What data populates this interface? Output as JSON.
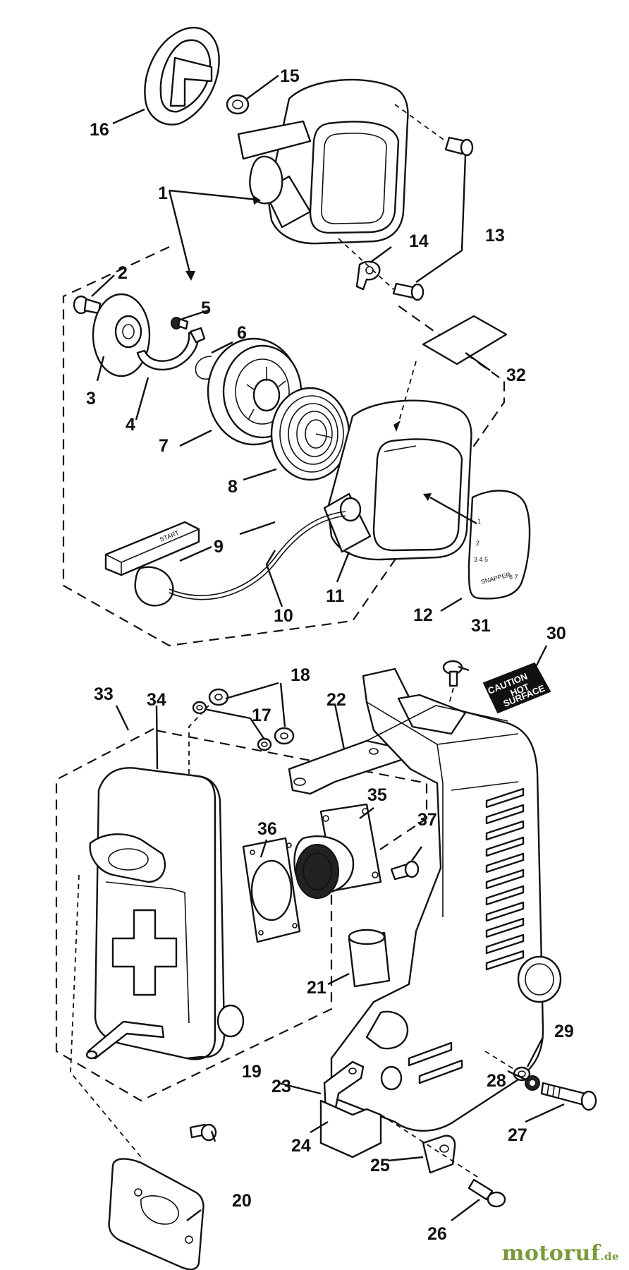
{
  "diagram": {
    "callouts": [
      "1",
      "2",
      "3",
      "4",
      "5",
      "6",
      "7",
      "8",
      "9",
      "10",
      "11",
      "12",
      "13",
      "14",
      "15",
      "16",
      "17",
      "18",
      "19",
      "20",
      "21",
      "22",
      "23",
      "24",
      "25",
      "26",
      "27",
      "28",
      "29",
      "30",
      "31",
      "32",
      "33",
      "34",
      "35",
      "36",
      "37"
    ],
    "handle_text": "START",
    "decal_12_marks": [
      "1",
      "2",
      "3 4 5",
      "6 7"
    ],
    "decal_12_brand": "SNAPPER",
    "decal_30_lines": [
      "CAUTION",
      "HOT",
      "SURFACE"
    ]
  },
  "watermark": {
    "main": "motoruf",
    "tld": ".de"
  }
}
